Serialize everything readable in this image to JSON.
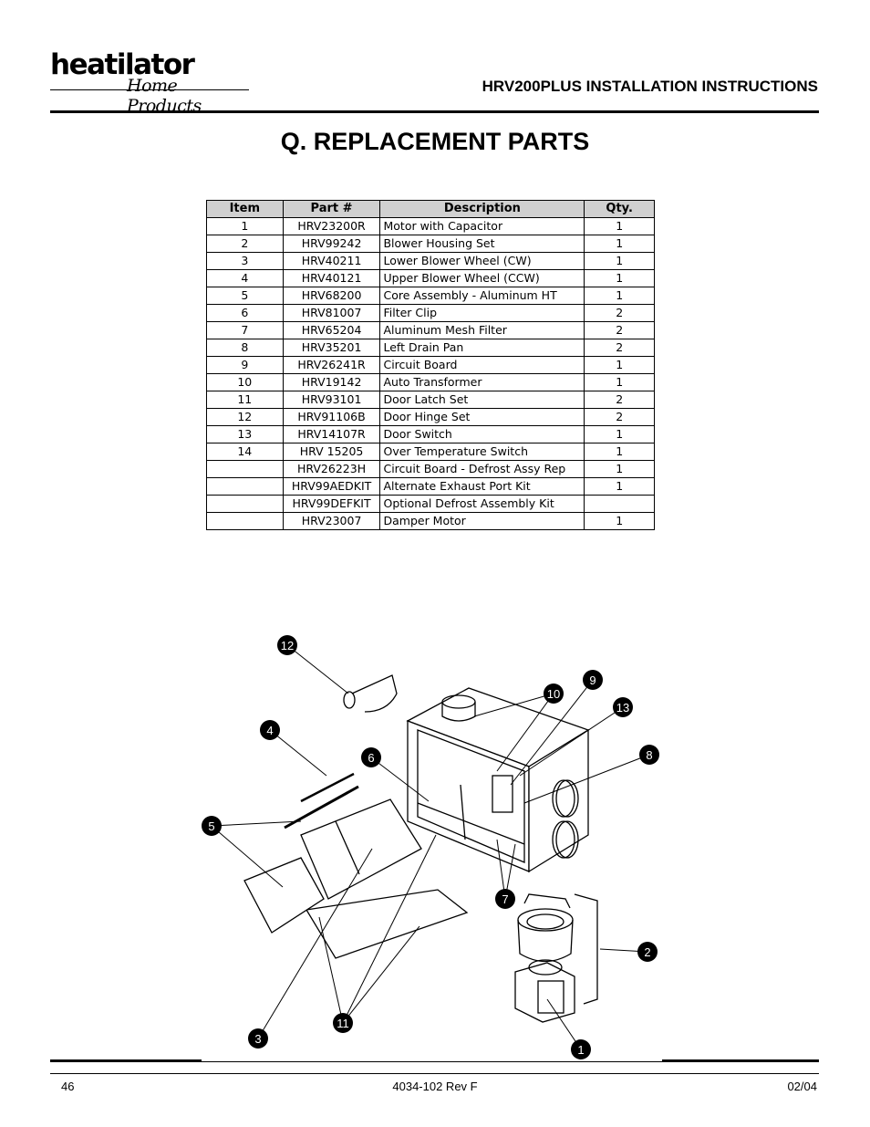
{
  "header": {
    "brand": "heatilator",
    "brand_sub": "Home Products",
    "title": "HRV200PLUS INSTALLATION INSTRUCTIONS"
  },
  "page_title": "Q. REPLACEMENT PARTS",
  "table": {
    "columns": [
      "Item",
      "Part #",
      "Description",
      "Qty."
    ],
    "rows": [
      {
        "item": "1",
        "part": "HRV23200R",
        "desc": "Motor with Capacitor",
        "qty": "1"
      },
      {
        "item": "2",
        "part": "HRV99242",
        "desc": "Blower Housing Set",
        "qty": "1"
      },
      {
        "item": "3",
        "part": "HRV40211",
        "desc": "Lower Blower Wheel (CW)",
        "qty": "1"
      },
      {
        "item": "4",
        "part": "HRV40121",
        "desc": "Upper Blower Wheel (CCW)",
        "qty": "1"
      },
      {
        "item": "5",
        "part": "HRV68200",
        "desc": "Core Assembly - Aluminum HT",
        "qty": "1"
      },
      {
        "item": "6",
        "part": "HRV81007",
        "desc": "Filter Clip",
        "qty": "2"
      },
      {
        "item": "7",
        "part": "HRV65204",
        "desc": "Aluminum Mesh Filter",
        "qty": "2"
      },
      {
        "item": "8",
        "part": "HRV35201",
        "desc": "Left Drain Pan",
        "qty": "2"
      },
      {
        "item": "9",
        "part": "HRV26241R",
        "desc": "Circuit Board",
        "qty": "1"
      },
      {
        "item": "10",
        "part": "HRV19142",
        "desc": "Auto Transformer",
        "qty": "1"
      },
      {
        "item": "11",
        "part": "HRV93101",
        "desc": "Door Latch Set",
        "qty": "2"
      },
      {
        "item": "12",
        "part": "HRV91106B",
        "desc": "Door Hinge Set",
        "qty": "2"
      },
      {
        "item": "13",
        "part": "HRV14107R",
        "desc": "Door Switch",
        "qty": "1"
      },
      {
        "item": "14",
        "part": "HRV 15205",
        "desc": "Over Temperature Switch",
        "qty": "1"
      },
      {
        "item": "",
        "part": "HRV26223H",
        "desc": "Circuit Board - Defrost Assy Rep",
        "qty": "1"
      },
      {
        "item": "",
        "part": "HRV99AEDKIT",
        "desc": "Alternate Exhaust Port Kit",
        "qty": "1"
      },
      {
        "item": "",
        "part": "HRV99DEFKIT",
        "desc": "Optional Defrost Assembly Kit",
        "qty": ""
      },
      {
        "item": "",
        "part": "HRV23007",
        "desc": "Damper Motor",
        "qty": "1"
      }
    ]
  },
  "callouts": [
    "12",
    "4",
    "6",
    "5",
    "10",
    "9",
    "13",
    "8",
    "7",
    "2",
    "3",
    "11",
    "1"
  ],
  "footer": {
    "page_number": "46",
    "doc_number": "4034-102 Rev F",
    "date": "02/04"
  }
}
